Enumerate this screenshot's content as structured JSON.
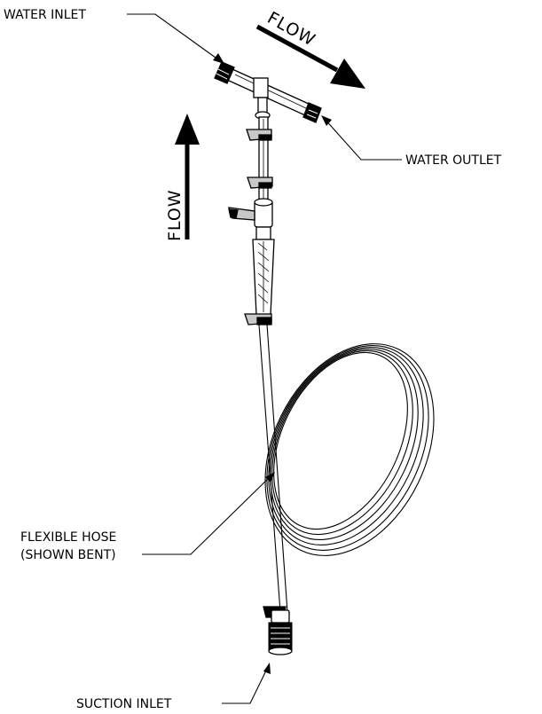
{
  "labels": {
    "water_inlet": "WATER INLET",
    "water_outlet": "WATER OUTLET",
    "flow_top": "FLOW",
    "flow_side": "FLOW",
    "flexible_hose_line1": "FLEXIBLE HOSE",
    "flexible_hose_line2": "(SHOWN BENT)",
    "suction_inlet": "SUCTION INLET"
  }
}
